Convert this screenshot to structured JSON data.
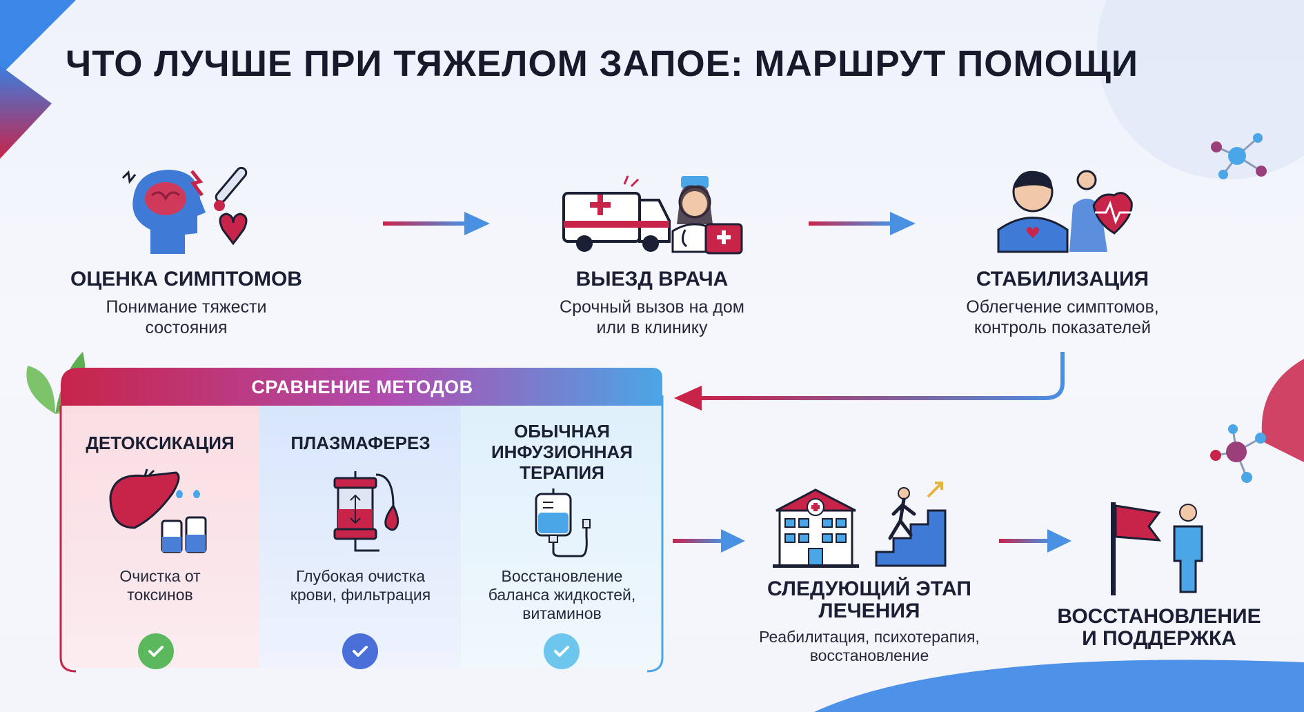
{
  "title": "ЧТО ЛУЧШЕ ПРИ ТЯЖЕЛОМ ЗАПОЕ: МАРШРУТ ПОМОЩИ",
  "steps": [
    {
      "title": "ОЦЕНКА СИМПТОМОВ",
      "desc_line1": "Понимание тяжести",
      "desc_line2": "состояния"
    },
    {
      "title": "ВЫЕЗД ВРАЧА",
      "desc_line1": "Срочный вызов на дом",
      "desc_line2": "или в клинику"
    },
    {
      "title": "СТАБИЛИЗАЦИЯ",
      "desc_line1": "Облегчение симптомов,",
      "desc_line2": "контроль показателей"
    }
  ],
  "comparison": {
    "header": "СРАВНЕНИЕ МЕТОДОВ",
    "methods": [
      {
        "title_line1": "ДЕТОКСИКАЦИЯ",
        "desc_line1": "Очистка от",
        "desc_line2": "токсинов",
        "check_color": "#5cb85c"
      },
      {
        "title_line1": "ПЛАЗМАФЕРЕЗ",
        "desc_line1": "Глубокая очистка",
        "desc_line2": "крови, фильтрация",
        "check_color": "#4a6fd8"
      },
      {
        "title_line1": "ОБЫЧНАЯ",
        "title_line2": "ИНФУЗИОННАЯ",
        "title_line3": "ТЕРАПИЯ",
        "desc_line1": "Восстановление",
        "desc_line2": "баланса жидкостей,",
        "desc_line3": "витаминов",
        "check_color": "#6cc6ee"
      }
    ]
  },
  "next_stage": {
    "title_line1": "СЛЕДУЮЩИЙ ЭТАП",
    "title_line2": "ЛЕЧЕНИЯ",
    "desc_line1": "Реабилитация, психотерапия,",
    "desc_line2": "восстановление"
  },
  "recovery": {
    "title_line1": "ВОССТАНОВЛЕНИЕ",
    "title_line2": "И ПОДДЕРЖКА"
  },
  "colors": {
    "accent_red": "#c8244a",
    "accent_blue": "#4a90e2",
    "dark_text": "#1a1f33"
  }
}
